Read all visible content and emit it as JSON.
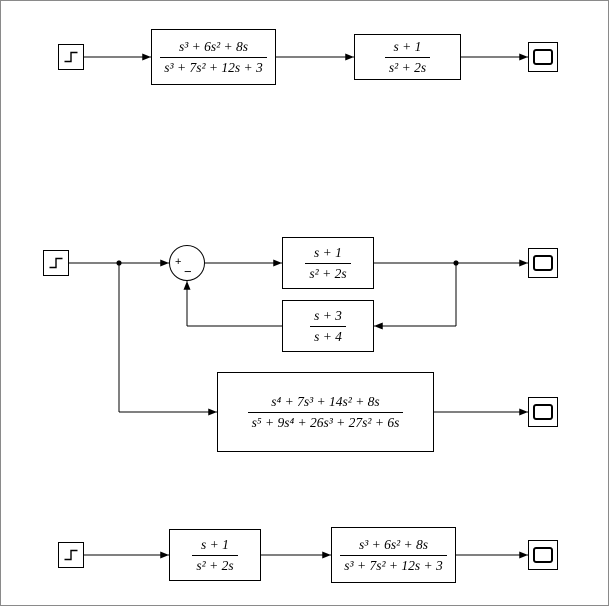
{
  "sum": {
    "plus": "+",
    "minus": "−"
  },
  "tf": {
    "a": {
      "num": "s³ + 6s² + 8s",
      "den": "s³ + 7s² + 12s + 3"
    },
    "b": {
      "num": "s + 1",
      "den": "s² + 2s"
    },
    "fb": {
      "num": "s + 3",
      "den": "s + 4"
    },
    "big": {
      "num": "s⁴ + 7s³ + 14s² + 8s",
      "den": "s⁵ + 9s⁴ + 26s³ + 27s² + 6s"
    }
  },
  "icons": {
    "step": "step-waveform-icon",
    "scope": "scope-screen-icon",
    "sum_junction": "sum-junction-circle",
    "branch": "branch-dot",
    "arrow": "signal-arrowhead"
  },
  "colors": {
    "line": "#000000",
    "block_border": "#000000",
    "background": "#ffffff",
    "frame_border": "#8a8a8a"
  }
}
